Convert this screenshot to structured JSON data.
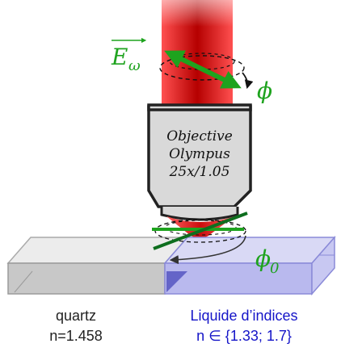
{
  "labels": {
    "field": "E",
    "field_subscript": "ω",
    "angle": "ϕ",
    "angle0": "ϕ",
    "angle0_subscript": "0",
    "objective_lines": [
      "Objective",
      "Olympus",
      "25x/1.05"
    ],
    "left_material": "quartz",
    "left_index": "n=1.458",
    "right_material": "Liquide d’indices",
    "right_index": "n ∈ {1.33; 1.7}"
  },
  "colors": {
    "laser_edge": "#ff3333",
    "laser_core": "#c80000",
    "green": "#1ea31e",
    "dark_green": "#0e6e1e",
    "blue_text": "#1515c8",
    "liquid": "#b9b9ee",
    "liquid_dark": "#6464c8",
    "quartz_front": "#c8c8c8",
    "quartz_top": "#ececec",
    "objective_fill": "#d9d9d9",
    "objective_stroke": "#222222"
  }
}
